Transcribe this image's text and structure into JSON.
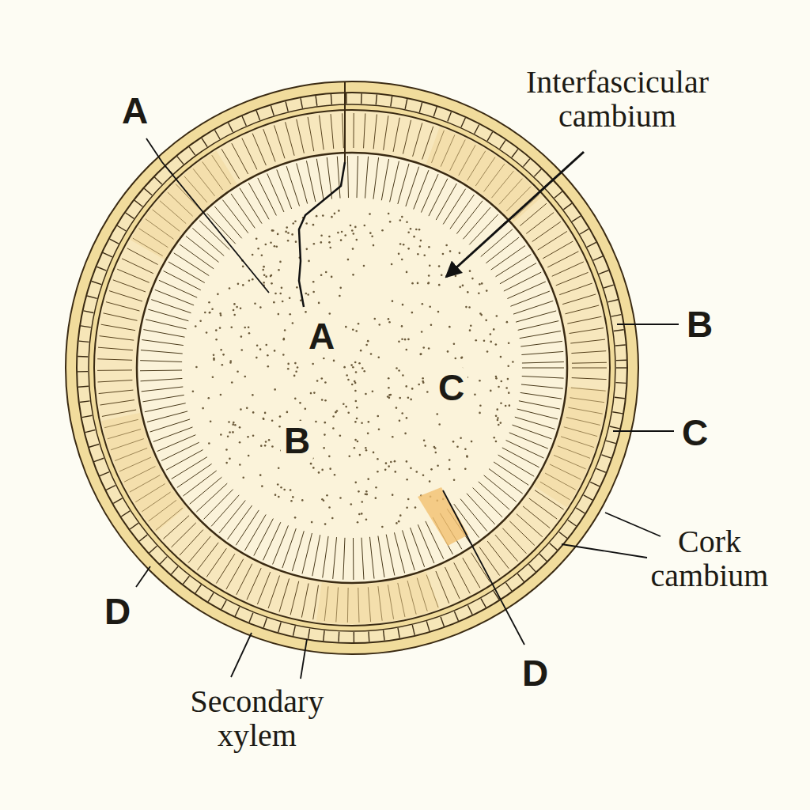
{
  "diagram": {
    "labels": [
      "A",
      "Interfascicular cambium",
      "A",
      "B",
      "C",
      "C",
      "B",
      "Cork cambium",
      "D",
      "D",
      "Secondary xylem"
    ]
  }
}
